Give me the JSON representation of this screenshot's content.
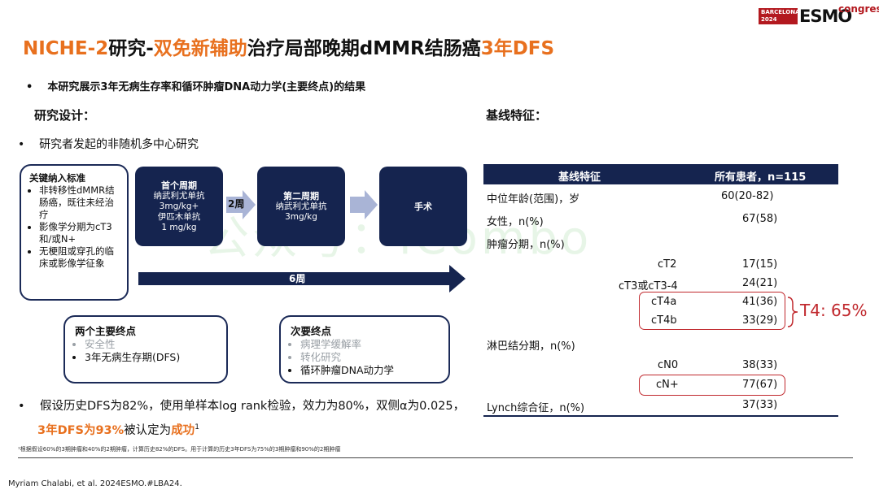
{
  "logo": {
    "city": "BARCELONA",
    "year": "2024",
    "name": "ESMO",
    "suffix": "congress"
  },
  "title": {
    "part1": "NICHE-2",
    "part2": "研究-",
    "part3": "双免新辅助",
    "part4": "治疗局部晚期dMMR结肠癌",
    "part5": "3年DFS"
  },
  "intro_bullet": "本研究展示3年无病生存率和循环肿瘤DNA动力学(主要终点)的结果",
  "design": {
    "heading": "研究设计：",
    "bullet": "研究者发起的非随机多中心研究",
    "inclusion": {
      "heading": "关键纳入标准",
      "items": [
        "非转移性dMMR结肠癌，既往未经治疗",
        "影像学分期为cT3和/或N+",
        "无梗阻或穿孔的临床或影像学征象"
      ]
    },
    "cycle1": {
      "heading": "首个周期",
      "l1": "纳武利尤单抗",
      "l2": "3mg/kg+",
      "l3": "伊匹木单抗",
      "l4": "1 mg/kg"
    },
    "interval": "2周",
    "cycle2": {
      "heading": "第二周期",
      "l1": "纳武利尤单抗",
      "l2": "3mg/kg"
    },
    "surgery": "手术",
    "duration": "6周",
    "primary": {
      "heading": "两个主要终点",
      "items": [
        "安全性",
        "3年无病生存期(DFS)"
      ]
    },
    "secondary": {
      "heading": "次要终点",
      "items": [
        "病理学缓解率",
        "转化研究",
        "循环肿瘤DNA动力学"
      ]
    },
    "hypothesis": {
      "text1": "假设历史DFS为82%，使用单样本log rank检验，效力为80%，双侧α为0.025，",
      "hl1": "3年DFS为93%",
      "text2": "被认定为",
      "hl2": "成功",
      "sup": "1"
    }
  },
  "baseline": {
    "heading": "基线特征：",
    "col1": "基线特征",
    "col2": "所有患者，n=115",
    "rows": [
      {
        "label": "中位年龄(范围)，岁",
        "value": "60(20-82)"
      },
      {
        "label": "女性，n(%)",
        "value": "67(58)"
      },
      {
        "label": "肿瘤分期，n(%)",
        "value": ""
      },
      {
        "label": "cT2",
        "value": "17(15)"
      },
      {
        "label": "cT3或cT3-4",
        "value": "24(21)"
      },
      {
        "label": "cT4a",
        "value": "41(36)"
      },
      {
        "label": "cT4b",
        "value": "33(29)"
      },
      {
        "label": "淋巴结分期，n(%)",
        "value": ""
      },
      {
        "label": "cN0",
        "value": "38(33)"
      },
      {
        "label": "cN+",
        "value": "77(67)"
      },
      {
        "label": "Lynch综合征，n(%)",
        "value": "37(33)"
      }
    ],
    "t4_note": "T4: 65%"
  },
  "footnote": "¹根据假设60%的3期肿瘤和40%的2期肿瘤，计算历史82%的DFS。用于计算的历史3年DFS为75%的3期肿瘤和90%的2期肿瘤",
  "citation": "Myriam Chalabi, et al. 2024ESMO.#LBA24.",
  "watermark": "公众号：iCombo",
  "colors": {
    "accent": "#e8701e",
    "navy": "#15244f",
    "red": "#c0282d"
  }
}
